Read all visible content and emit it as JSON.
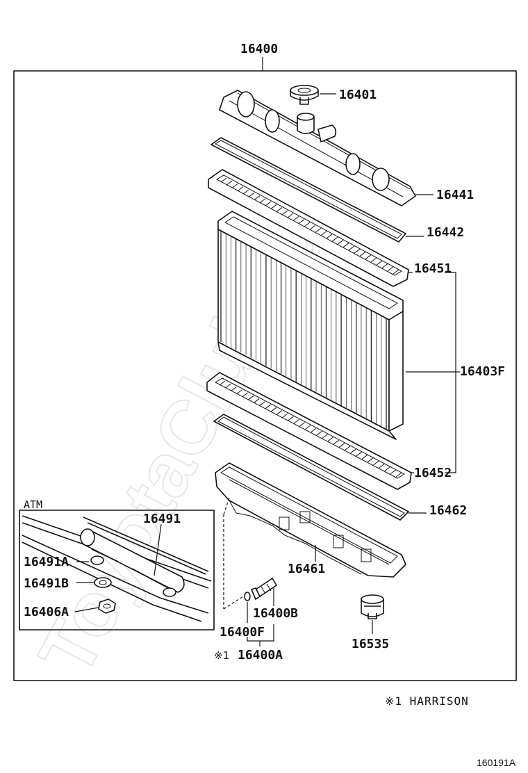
{
  "diagram": {
    "watermark": "ToyotaClub.ru",
    "part_labels": {
      "assembly": "16400",
      "radiator_cap": "16401",
      "upper_tank": "16441",
      "upper_gasket": "16442",
      "upper_plate": "16451",
      "core": "16403F",
      "lower_plate": "16452",
      "lower_gasket": "16462",
      "lower_tank": "16461",
      "drain_cock": "16535",
      "drain_plug_b": "16400B",
      "drain_plug_f": "16400F",
      "drain_plug_a": "16400A",
      "oil_cooler": "16491",
      "cooler_part_a": "16491A",
      "cooler_part_b": "16491B",
      "cooler_nut": "16406A"
    },
    "atm_box_label": "ATM",
    "footnote_marker": "※1",
    "footnote": "※1  HARRISON",
    "diagram_code": "160191A"
  }
}
